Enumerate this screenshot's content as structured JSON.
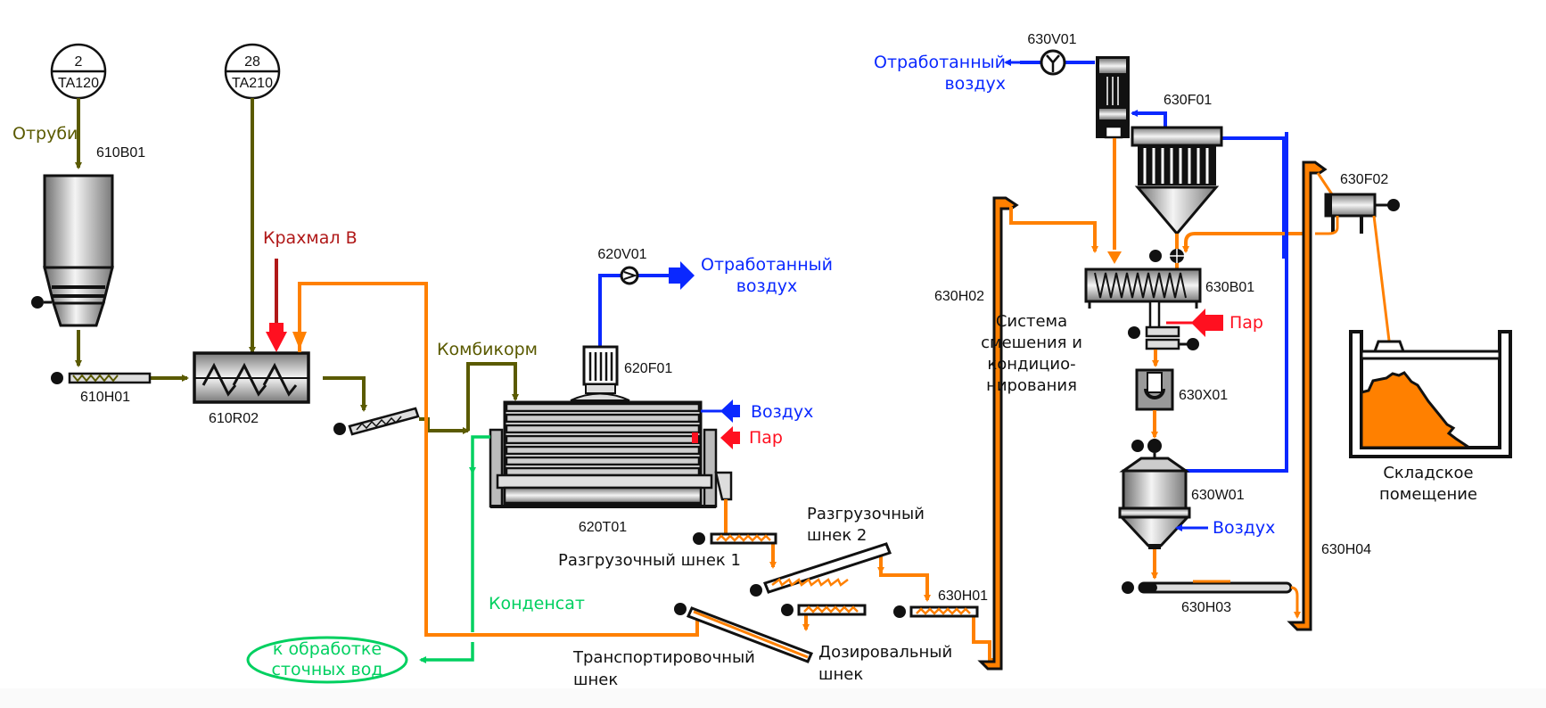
{
  "colors": {
    "feed_olive": "#5a5a00",
    "product_orange": "#ff8000",
    "air_blue": "#0a28ff",
    "steam_red": "#ff1020",
    "starch_darkred": "#b01818",
    "condensate_green": "#00d060",
    "equipment_black": "#111111"
  },
  "instruments": [
    {
      "id": "ta120",
      "value": "2",
      "tag": "TA120"
    },
    {
      "id": "ta210",
      "value": "28",
      "tag": "TA210"
    }
  ],
  "equipment": {
    "bunker_610B01": "610B01",
    "screw_610H01": "610H01",
    "mixer_610R02": "610R02",
    "fan_620V01": "620V01",
    "filter_620F01": "620F01",
    "dryer_620T01": "620T01",
    "fan_630V01": "630V01",
    "filter_630F01": "630F01",
    "elevator_630H02": "630H02",
    "mixer_630B01": "630B01",
    "unit_630X01": "630X01",
    "cooler_630W01": "630W01",
    "screw_630H01": "630H01",
    "conveyor_630H03": "630H03",
    "elevator_630H04": "630H04",
    "filter_630F02": "630F02"
  },
  "stream_labels": {
    "bran": "Отруби",
    "starch_b": "Крахмал B",
    "compound_feed": "Комбикорм",
    "exhaust_air_1_line1": "Отработанный",
    "exhaust_air_1_line2": "воздух",
    "air_1": "Воздух",
    "steam_1": "Пар",
    "condensate": "Конденсат",
    "wastewater_line1": "к обработке",
    "wastewater_line2": "сточных вод",
    "exhaust_air_2_line1": "Отработанный",
    "exhaust_air_2_line2": "воздух",
    "steam_2": "Пар",
    "air_2": "Воздух"
  },
  "descriptions": {
    "discharge_screw_1": "Разгрузочный шнек 1",
    "discharge_screw_2_line1": "Разгрузочный",
    "discharge_screw_2_line2": "шнек 2",
    "transport_screw_line1": "Транспортировочный",
    "transport_screw_line2": "шнек",
    "dosing_screw_line1": "Дозировальный",
    "dosing_screw_line2": "шнек",
    "mixing_system_line1": "Система",
    "mixing_system_line2": "смешения и",
    "mixing_system_line3": "кондицио-",
    "mixing_system_line4": "нирования",
    "warehouse_line1": "Складское",
    "warehouse_line2": "помещение"
  }
}
